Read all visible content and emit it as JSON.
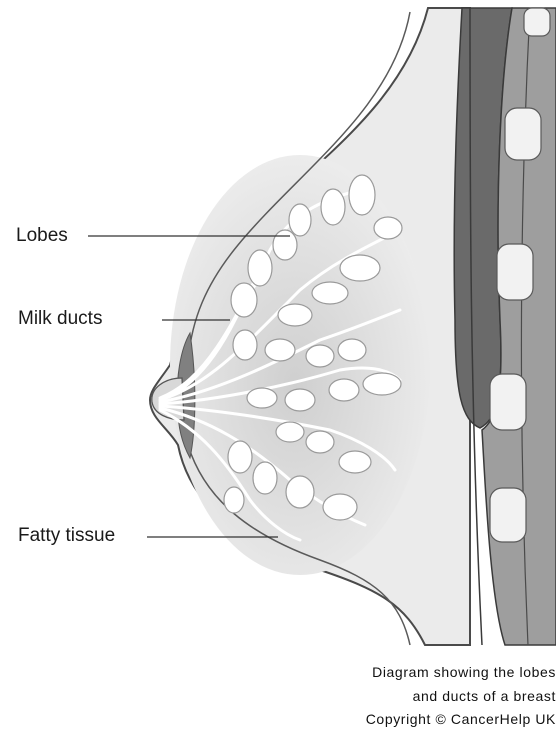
{
  "labels": {
    "lobes": "Lobes",
    "milk_ducts": "Milk ducts",
    "fatty_tissue": "Fatty tissue"
  },
  "caption": {
    "line1": "Diagram showing the lobes",
    "line2": "and ducts of a breast",
    "line3": "Copyright © CancerHelp UK"
  },
  "colors": {
    "outline": "#4a4a4a",
    "breast_fill": "#ebebeb",
    "muscle_dark": "#6a6a6a",
    "muscle_mid": "#9e9e9e",
    "rib_fill": "#f2f2f2",
    "nipple": "#7d7d7d",
    "lobule_fill": "#ffffff",
    "lobule_stroke": "#9a9a9a"
  }
}
